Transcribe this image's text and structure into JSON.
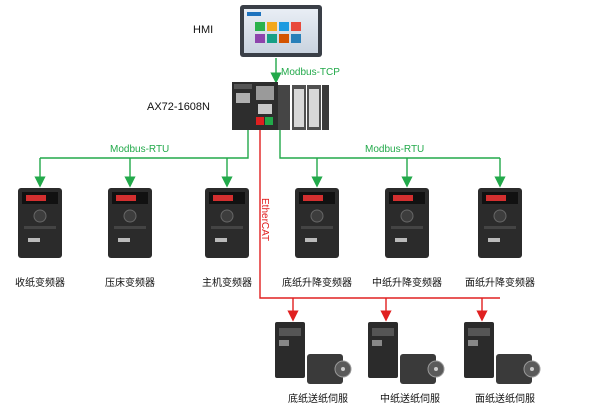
{
  "hmi": {
    "label": "HMI"
  },
  "plc": {
    "label": "AX72-1608N"
  },
  "links": {
    "modbus_tcp": "Modbus-TCP",
    "modbus_rtu_left": "Modbus-RTU",
    "modbus_rtu_right": "Modbus-RTU",
    "ethercat": "EtherCAT"
  },
  "inverters": [
    {
      "label": "收纸变频器"
    },
    {
      "label": "压床变频器"
    },
    {
      "label": "主机变频器"
    },
    {
      "label": "底纸升降变频器"
    },
    {
      "label": "中纸升降变频器"
    },
    {
      "label": "面纸升降变频器"
    }
  ],
  "servos": [
    {
      "label": "底纸送纸伺服"
    },
    {
      "label": "中纸送纸伺服"
    },
    {
      "label": "面纸送纸伺服"
    }
  ],
  "colors": {
    "modbus": "#22a94a",
    "ethercat": "#e02020",
    "device_body": "#2b2b2b"
  }
}
